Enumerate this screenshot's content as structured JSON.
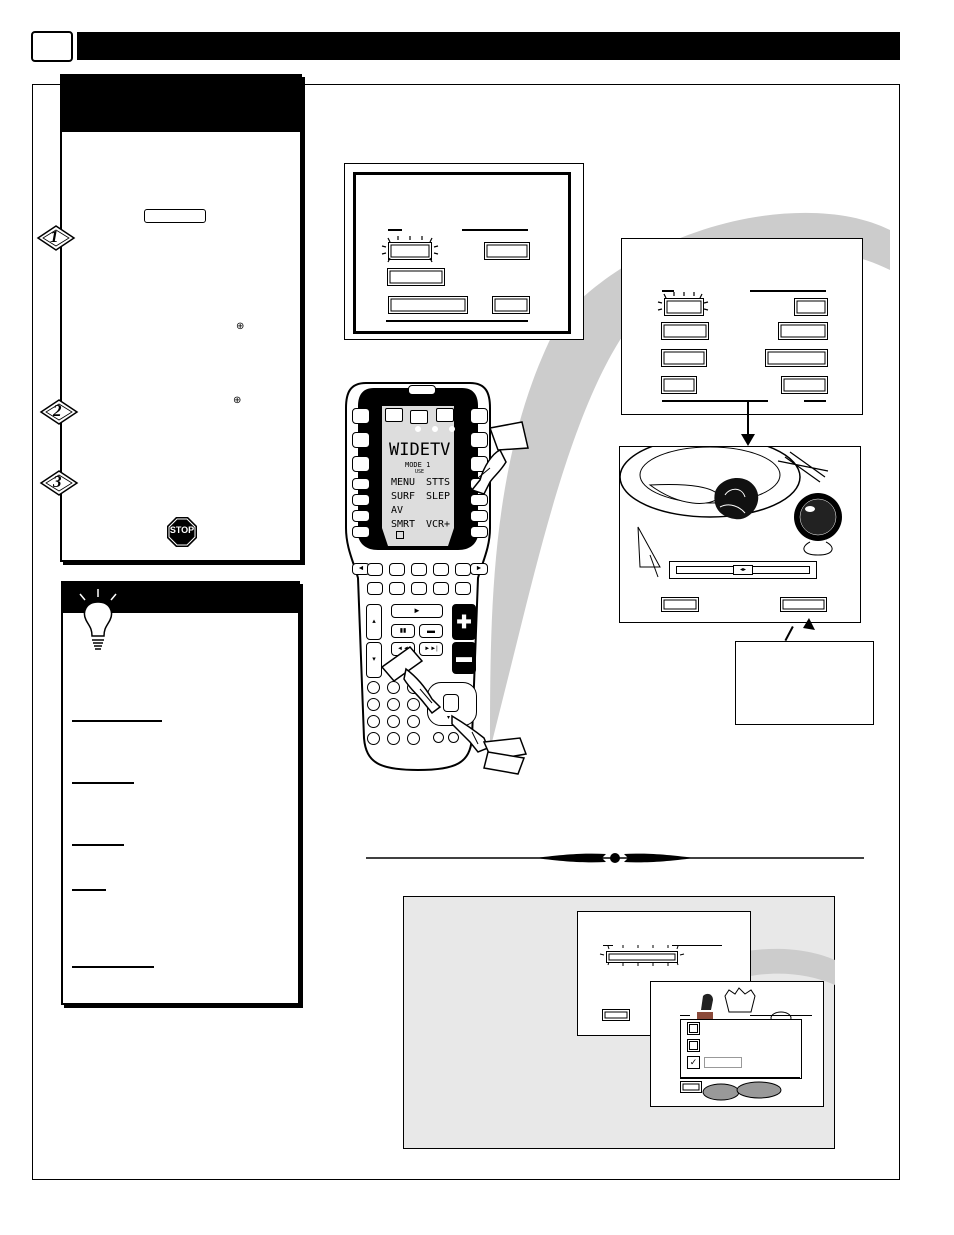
{
  "remote": {
    "display_title": "WIDETV",
    "mode": "MODE 1",
    "mode_sub": "USE",
    "keys": [
      "MENU",
      "STTS",
      "SURF",
      "SLEP",
      "AV",
      "",
      "SMRT",
      "VCR+"
    ]
  },
  "tip_section": {
    "stop_label": "STOP"
  },
  "steps": [
    "1",
    "2",
    "3"
  ]
}
